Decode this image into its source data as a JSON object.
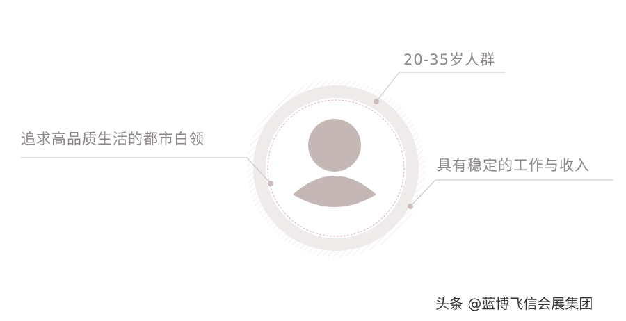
{
  "labels": {
    "age": "20-35岁人群",
    "lifestyle": "追求高品质生活的都市白领",
    "income": "具有稳定的工作与收入"
  },
  "watermark": "头条 @蓝博飞信会展集团",
  "icons": {
    "center": "person-silhouette-icon"
  },
  "colors": {
    "outer_ring": "#efebeb",
    "dashed_ring": "#d9b6b4",
    "person": "#c5b7b6",
    "lines": "#c9bfbe",
    "dots": "#cdbdbc",
    "text": "#8c8685",
    "watermark": "#333333"
  }
}
